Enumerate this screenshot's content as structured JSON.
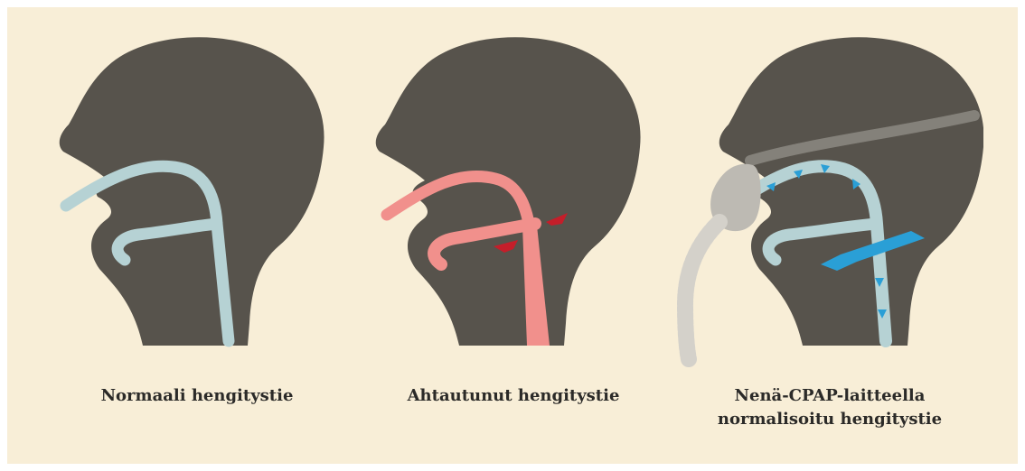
{
  "figure": {
    "panels": [
      {
        "caption_lines": [
          "Normaali hengitystie"
        ],
        "airway_color": "#b6d2d4"
      },
      {
        "caption_lines": [
          "Ahtautunut hengitystie"
        ],
        "airway_color": "#f1908c",
        "obstruction_color": "#c41e2a"
      },
      {
        "caption_lines": [
          "Nenä-CPAP-laitteella",
          "normalisoitu hengitystie"
        ],
        "airway_color": "#b6d2d4",
        "airflow_color": "#2a9fd6"
      }
    ],
    "colors": {
      "background": "#f8eed7",
      "head": "#57534c",
      "mask": "#bdbab3"
    }
  }
}
